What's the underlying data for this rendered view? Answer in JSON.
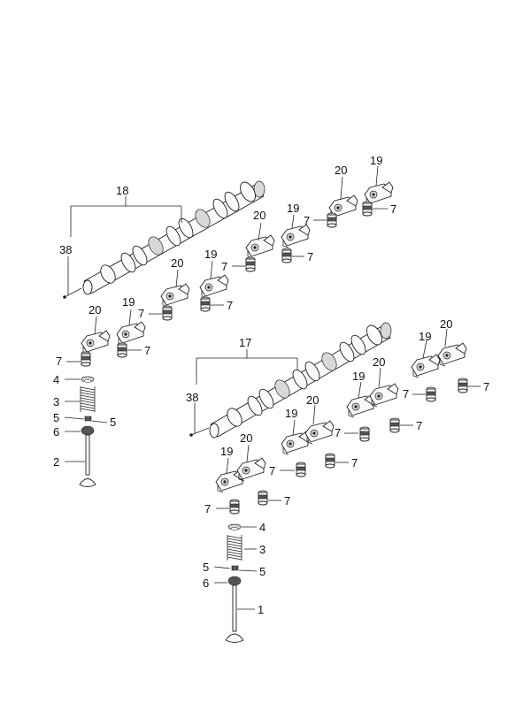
{
  "callouts": {
    "n1": "1",
    "n2": "2",
    "n3": "3",
    "n4": "4",
    "n5": "5",
    "n6": "6",
    "n7": "7",
    "n17": "17",
    "n18": "18",
    "n19": "19",
    "n20": "20",
    "n38": "38"
  }
}
